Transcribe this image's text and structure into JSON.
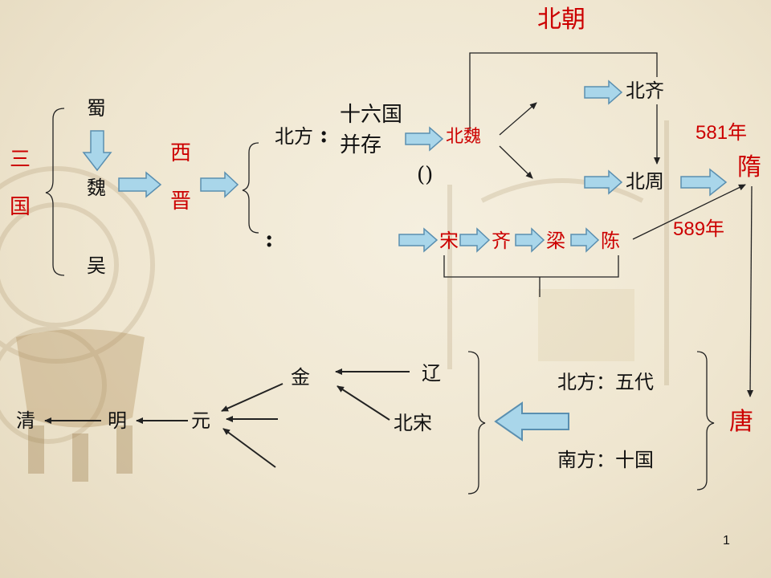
{
  "colors": {
    "red": "#cc0000",
    "arrow_fill": "#a9d6ea",
    "arrow_stroke": "#5a8fb0",
    "line": "#222222"
  },
  "san_guo": {
    "char1": "三",
    "char2": "国"
  },
  "shu": "蜀",
  "wei": "魏",
  "wu": "吴",
  "xi_jin": {
    "char1": "西",
    "char2": "晋"
  },
  "north_label": "北方",
  "colon": ":",
  "shiliuguo": {
    "line1": "十六国",
    "line2": "并存"
  },
  "paren": "()",
  "south_colon": ":",
  "bei_chao": "北朝",
  "bei_wei": "北魏",
  "bei_qi": "北齐",
  "bei_zhou": "北周",
  "south_dynasties": [
    "宋",
    "齐",
    "梁",
    "陈"
  ],
  "year_581": "581年",
  "year_589": "589年",
  "sui": "隋",
  "tang": "唐",
  "tang_north": "北方：五代",
  "tang_south": "南方：十国",
  "liao": "辽",
  "bei_song": "北宋",
  "jin": "金",
  "yuan": "元",
  "ming": "明",
  "qing": "清",
  "page_number": "1"
}
